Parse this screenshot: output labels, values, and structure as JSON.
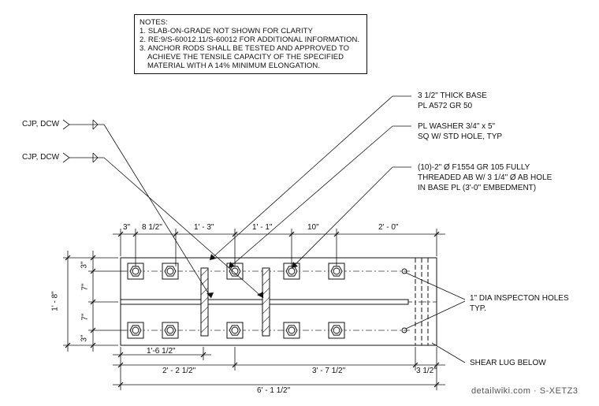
{
  "notes": {
    "title": "NOTES:",
    "line1": "1. SLAB-ON-GRADE NOT SHOWN FOR CLARITY",
    "line2": "2. RE:9/S-60012.11/S-60012 FOR ADDITIONAL INFORMATION.",
    "line3a": "3. ANCHOR RODS SHALL BE TESTED AND APPROVED TO",
    "line3b": "ACHIEVE THE TENSILE CAPACITY OF THE SPECIFIED",
    "line3c": "MATERIAL WITH A 14% MINIMUM ELONGATION."
  },
  "callouts": {
    "weld1": "CJP, DCW",
    "weld2": "CJP, DCW",
    "base_a": "3 1/2\" THICK BASE",
    "base_b": "PL A572 GR 50",
    "washer_a": "PL WASHER 3/4\" x 5\"",
    "washer_b": "SQ W/ STD HOLE, TYP",
    "rod_a": "(10)-2\" Ø F1554 GR 105 FULLY",
    "rod_b": "THREADED AB W/ 3 1/4\" Ø AB HOLE",
    "rod_c": "IN BASE PL (3'-0\" EMBEDMENT)",
    "insp_a": "1\" DIA INSPECTON HOLES",
    "insp_b": "TYP.",
    "lug": "SHEAR LUG BELOW"
  },
  "dimensions": {
    "top": [
      "3\"",
      "8 1/2\"",
      "1' - 3\"",
      "1' - 1\"",
      "10\"",
      "2' - 0\""
    ],
    "left_total": "1' - 8\"",
    "left": [
      "3\"",
      "7\"",
      "7\"",
      "3\""
    ],
    "b1": "1'-6 1/2\"",
    "b2": [
      "2' - 2 1/2\"",
      "3' - 7 1/2\"",
      "3 1/2\""
    ],
    "total": "6' - 1 1/2\""
  },
  "watermark": "detailwiki.com · S-XETZ3"
}
